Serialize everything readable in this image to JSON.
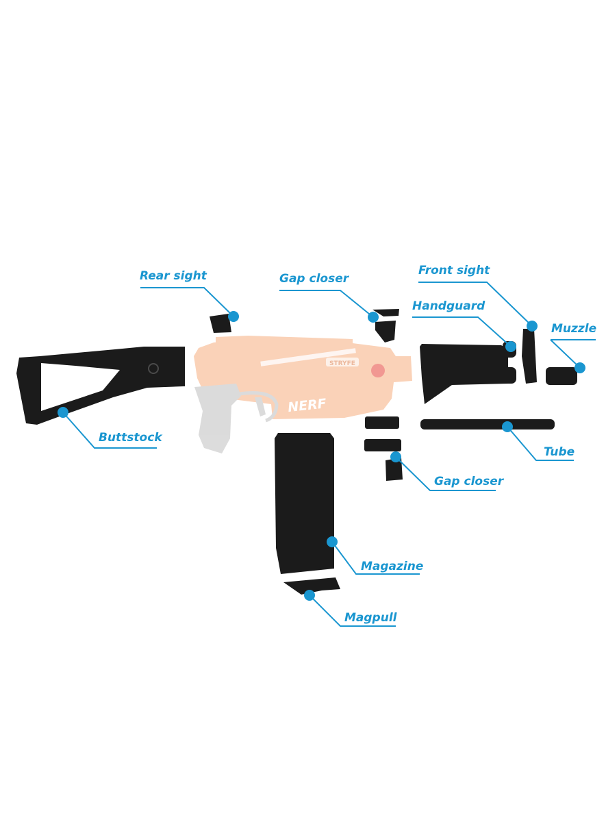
{
  "colors": {
    "accent": "#1a96d0",
    "part": "#1b1b1b",
    "blaster_orange": "#f7b58a",
    "blaster_grey": "#c4c4c4"
  },
  "blaster_text": {
    "brand": "NERF",
    "model": "STRYFE"
  },
  "labels": {
    "rear_sight": "Rear sight",
    "gap_closer_top": "Gap closer",
    "front_sight": "Front sight",
    "handguard": "Handguard",
    "muzzle": "Muzzle",
    "buttstock": "Buttstock",
    "tube": "Tube",
    "gap_closer_bottom": "Gap closer",
    "magazine": "Magazine",
    "magpull": "Magpull"
  }
}
